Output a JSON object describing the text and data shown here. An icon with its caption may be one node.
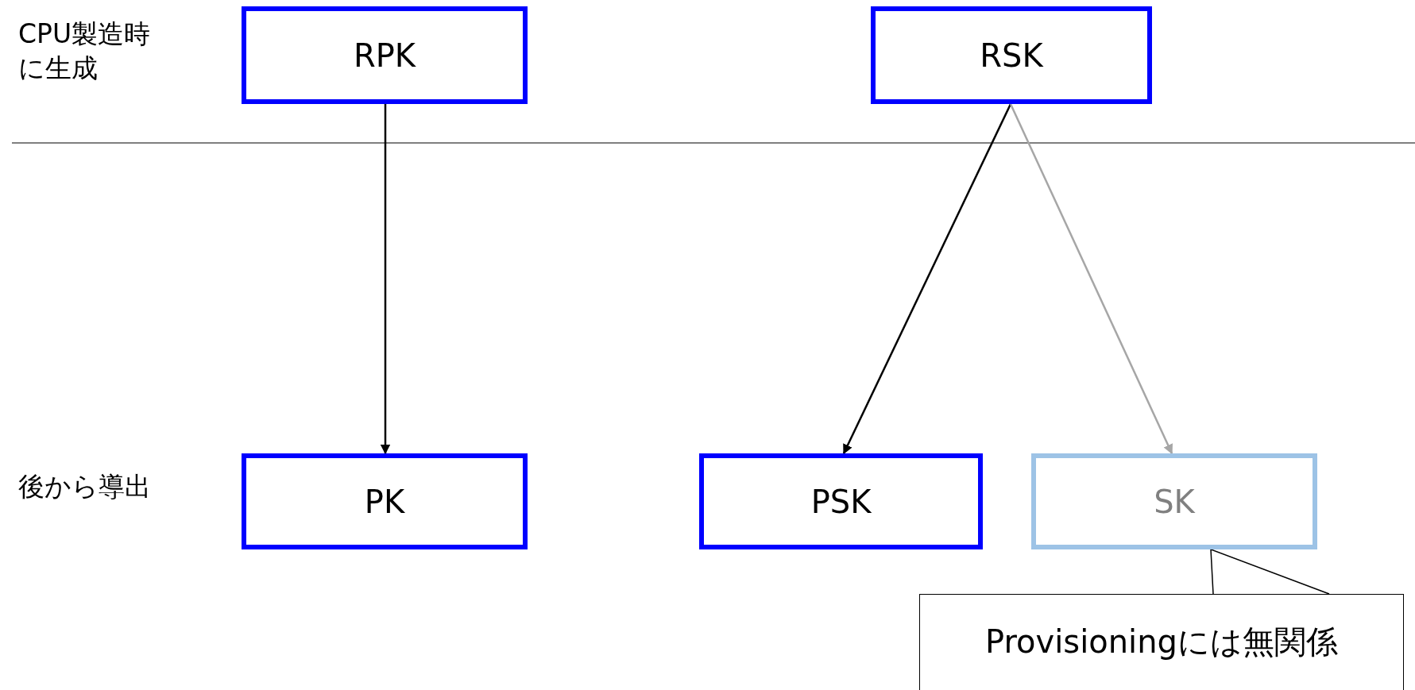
{
  "diagram": {
    "nodes": [
      {
        "text": [
          "RPK"
        ]
      },
      {
        "text": [
          "RSK"
        ]
      },
      {
        "text": [
          "PK"
        ]
      },
      {
        "text": [
          "PSK"
        ]
      },
      {
        "text": [
          "SK"
        ]
      },
      {
        "text": [
          "Provisioningには無関係"
        ]
      }
    ],
    "edges": [
      {
        "from": 0,
        "to": 2,
        "arrow": "to"
      },
      {
        "from": 1,
        "to": 3,
        "arrow": "to"
      },
      {
        "from": 1,
        "to": 4,
        "arrow": "to",
        "color": "#a6a6a6"
      },
      {
        "from": 5,
        "to": 4,
        "arrow": "none"
      }
    ],
    "labels": [
      "CPU製造時に生成",
      "後から導出"
    ]
  }
}
